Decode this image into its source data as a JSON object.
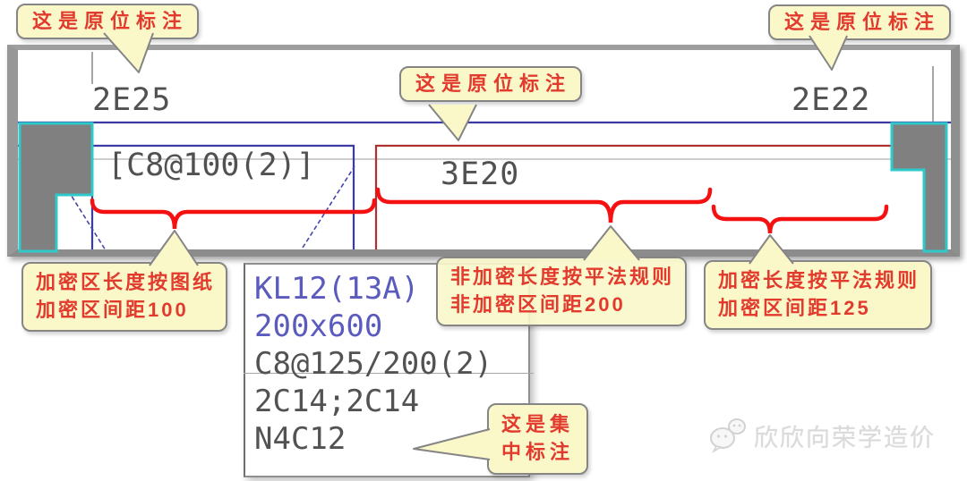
{
  "callouts": {
    "top_left": "这是原位标注",
    "top_right": "这是原位标注",
    "mid": "这是原位标注",
    "bottom_left": [
      "加密区长度按图纸",
      "加密区间距100"
    ],
    "bottom_mid": [
      "非加密长度按平法规则",
      "非加密区间距200"
    ],
    "bottom_right": [
      "加密长度按平法规则",
      "加密区间距125"
    ],
    "collective": [
      "这是集",
      "中标注"
    ]
  },
  "drawing": {
    "left_support_rebar": "2E25",
    "right_support_rebar": "2E22",
    "insitu_stirrup": "[C8@100(2)]",
    "mid_span_rebar": "3E20"
  },
  "collective_label": {
    "lines": [
      "KL12(13A)",
      "200x600",
      "C8@125/200(2)",
      "2C14;2C14",
      "N4C12"
    ]
  },
  "watermark": "欣欣向荣学造价",
  "colors": {
    "callout_bg": "#FAF7C9",
    "callout_text": "#E23B2E",
    "cad_blue": "#5B5BBE",
    "cad_gray": "#515151",
    "column_fill": "#808080",
    "column_outline": "#2FC9C9",
    "brace_red": "#F51111",
    "line_blue": "#3B3BA3",
    "line_red": "#B03030"
  }
}
